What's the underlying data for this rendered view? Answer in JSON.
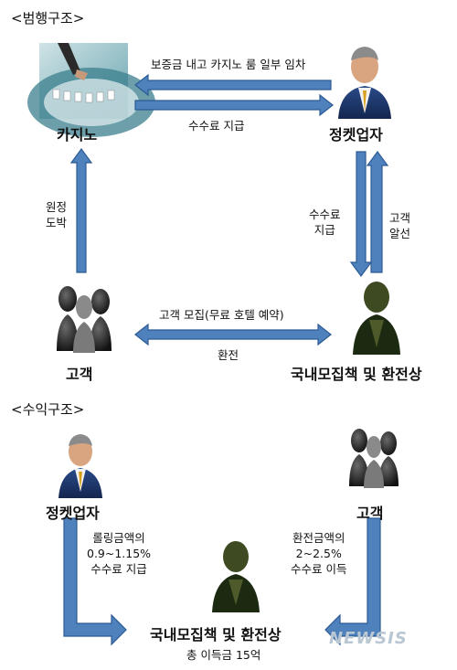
{
  "crime": {
    "section": "<범행구조>",
    "nodes": {
      "casino": "카지노",
      "junket": "정켓업자",
      "customer": "고객",
      "recruiter": "국내모집책 및 환전상"
    },
    "arrows": {
      "rent": "보증금 내고 카지노 룸 일부 임차",
      "fee_pay": "수수료 지급",
      "gambling_1": "원정",
      "gambling_2": "도박",
      "fee_1": "수수료",
      "fee_2": "지급",
      "introduce_1": "고객",
      "introduce_2": "알선",
      "recruit": "고객 모집(무료 호텔 예약)",
      "exchange": "환전"
    }
  },
  "profit": {
    "section": "<수익구조>",
    "nodes": {
      "junket": "정켓업자",
      "customer": "고객",
      "recruiter": "국내모집책 및 환전상"
    },
    "junket_note": [
      "롤링금액의",
      "0.9~1.15%",
      "수수료 지급"
    ],
    "customer_note": [
      "환전금액의",
      "2~2.5%",
      "수수료 이득"
    ],
    "total": "총 이득금 15억"
  },
  "watermark": "NEWSIS",
  "colors": {
    "arrow_fill": "#4f81bd",
    "arrow_stroke": "#2c5b94"
  }
}
